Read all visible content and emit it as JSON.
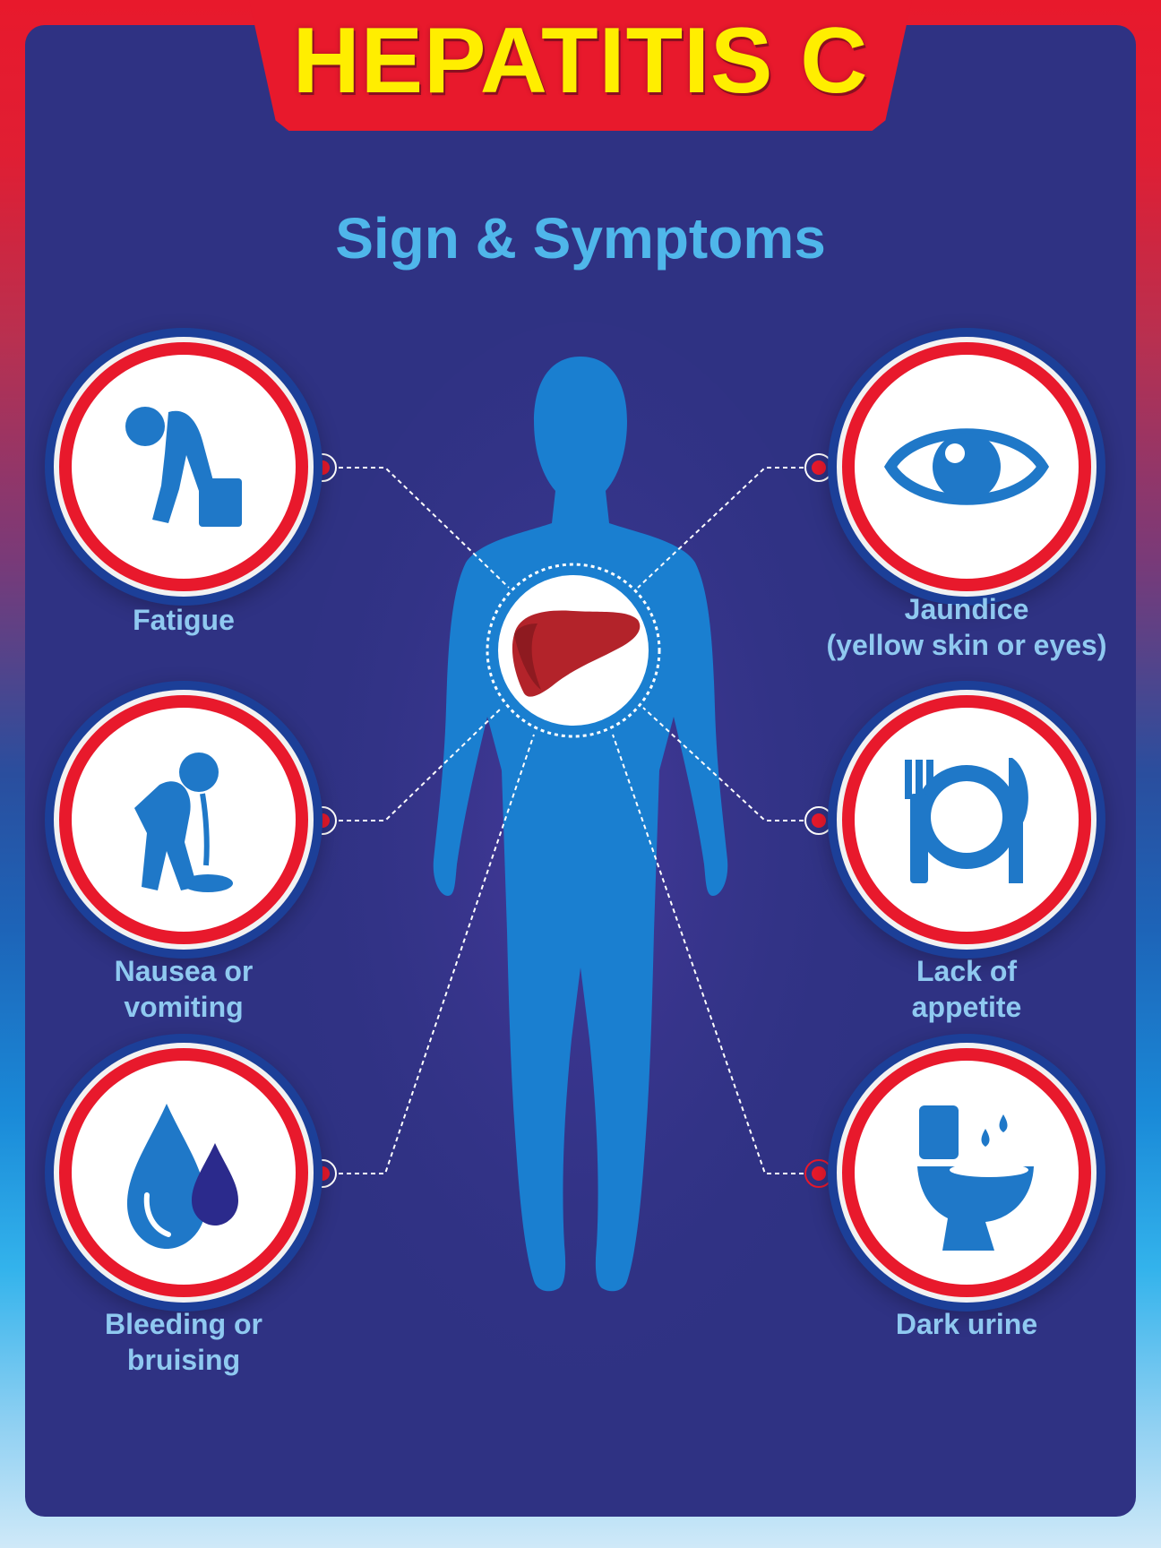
{
  "header": {
    "title": "HEPATITIS C",
    "subtitle": "Sign & Symptoms"
  },
  "symptoms": {
    "fatigue": {
      "lines": [
        "Fatigue"
      ],
      "icon": "fatigue-icon"
    },
    "nausea": {
      "lines": [
        "Nausea or",
        "vomiting"
      ],
      "icon": "vomiting-icon"
    },
    "bleeding": {
      "lines": [
        "Bleeding or",
        "bruising"
      ],
      "icon": "blood-drops-icon"
    },
    "jaundice": {
      "lines": [
        "Jaundice",
        "(yellow skin or eyes)"
      ],
      "icon": "eye-icon"
    },
    "appetite": {
      "lines": [
        "Lack of",
        "appetite"
      ],
      "icon": "plate-cutlery-icon"
    },
    "urine": {
      "lines": [
        "Dark urine"
      ],
      "icon": "toilet-icon"
    }
  },
  "center": {
    "icon": "liver-icon"
  },
  "colors": {
    "background_top": "#e8192c",
    "panel": "#2f3283",
    "title": "#ffee00",
    "subtitle": "#4fb6ea",
    "label": "#8fc9f0",
    "body_silhouette": "#1a7fd0",
    "icon_blue": "#1f78c8",
    "ring_red": "#e8192c",
    "liver": "#b3232a"
  }
}
